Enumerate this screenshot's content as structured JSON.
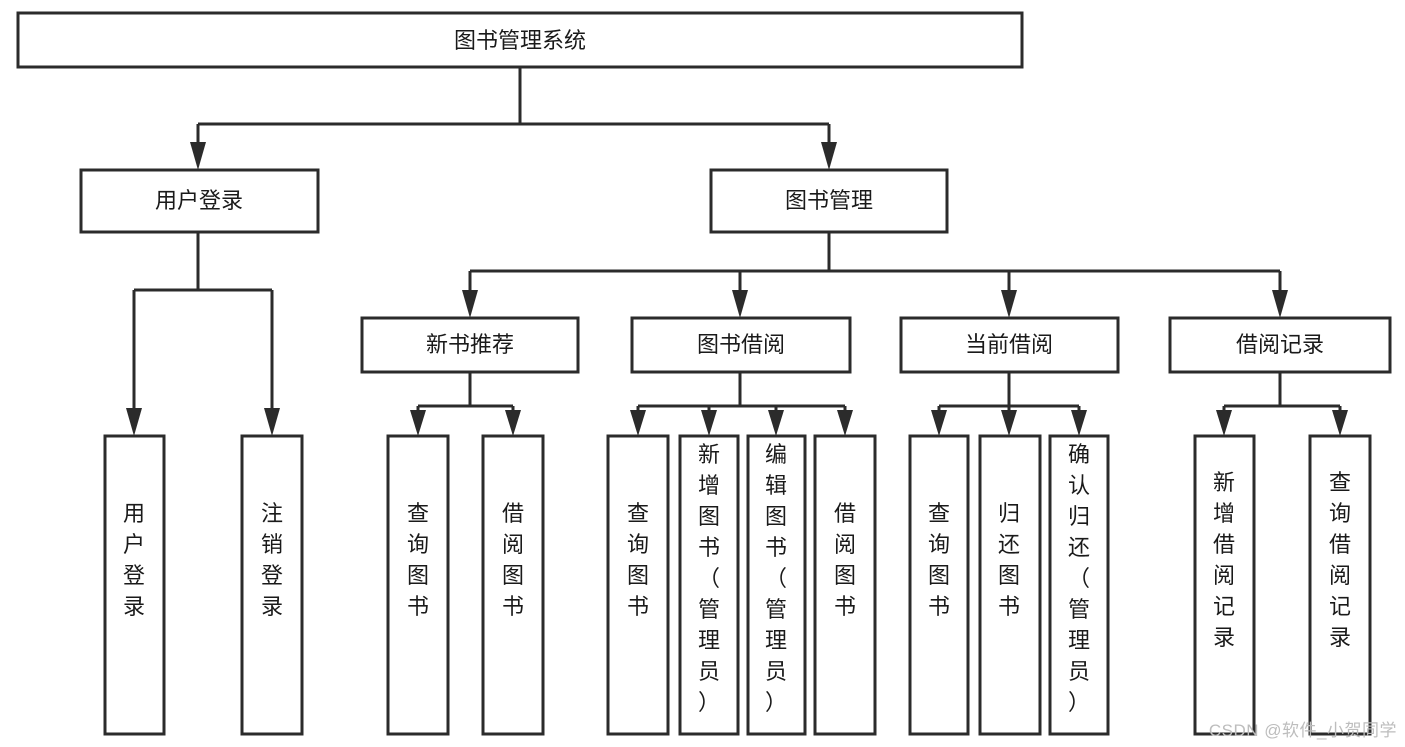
{
  "diagram": {
    "title": "图书管理系统",
    "type": "tree-hierarchy",
    "orientation": "top-down",
    "colors": {
      "box_fill": "#ffffff",
      "box_stroke": "#2b2b2b",
      "text": "#1a1a1a",
      "watermark": "#bdbdbd"
    },
    "levels": [
      {
        "level": 1,
        "nodes": [
          {
            "id": "root",
            "label": "图书管理系统",
            "orientation": "horizontal"
          }
        ]
      },
      {
        "level": 2,
        "nodes": [
          {
            "id": "user-login",
            "label": "用户登录",
            "orientation": "horizontal",
            "parent": "root"
          },
          {
            "id": "book-manage",
            "label": "图书管理",
            "orientation": "horizontal",
            "parent": "root"
          }
        ]
      },
      {
        "level": 3,
        "nodes": [
          {
            "id": "new-book-rec",
            "label": "新书推荐",
            "orientation": "horizontal",
            "parent": "book-manage"
          },
          {
            "id": "book-borrow",
            "label": "图书借阅",
            "orientation": "horizontal",
            "parent": "book-manage"
          },
          {
            "id": "current-borrow",
            "label": "当前借阅",
            "orientation": "horizontal",
            "parent": "book-manage"
          },
          {
            "id": "borrow-record",
            "label": "借阅记录",
            "orientation": "horizontal",
            "parent": "book-manage"
          }
        ]
      },
      {
        "level": 4,
        "nodes": [
          {
            "id": "leaf-1",
            "label": "用户登录",
            "orientation": "vertical",
            "parent": "user-login"
          },
          {
            "id": "leaf-2",
            "label": "注销登录",
            "orientation": "vertical",
            "parent": "user-login"
          },
          {
            "id": "leaf-3",
            "label": "查询图书",
            "orientation": "vertical",
            "parent": "new-book-rec"
          },
          {
            "id": "leaf-4",
            "label": "借阅图书",
            "orientation": "vertical",
            "parent": "new-book-rec"
          },
          {
            "id": "leaf-5",
            "label": "查询图书",
            "orientation": "vertical",
            "parent": "book-borrow"
          },
          {
            "id": "leaf-6",
            "label": "新增图书（管理员）",
            "orientation": "vertical",
            "parent": "book-borrow"
          },
          {
            "id": "leaf-7",
            "label": "编辑图书（管理员）",
            "orientation": "vertical",
            "parent": "book-borrow"
          },
          {
            "id": "leaf-8",
            "label": "借阅图书",
            "orientation": "vertical",
            "parent": "book-borrow"
          },
          {
            "id": "leaf-9",
            "label": "查询图书",
            "orientation": "vertical",
            "parent": "current-borrow"
          },
          {
            "id": "leaf-10",
            "label": "归还图书",
            "orientation": "vertical",
            "parent": "current-borrow"
          },
          {
            "id": "leaf-11",
            "label": "确认归还（管理员）",
            "orientation": "vertical",
            "parent": "current-borrow"
          },
          {
            "id": "leaf-12",
            "label": "新增借阅记录",
            "orientation": "vertical",
            "parent": "borrow-record"
          },
          {
            "id": "leaf-13",
            "label": "查询借阅记录",
            "orientation": "vertical",
            "parent": "borrow-record"
          }
        ]
      }
    ]
  },
  "watermark": {
    "text": "CSDN @软件_小贺同学"
  }
}
